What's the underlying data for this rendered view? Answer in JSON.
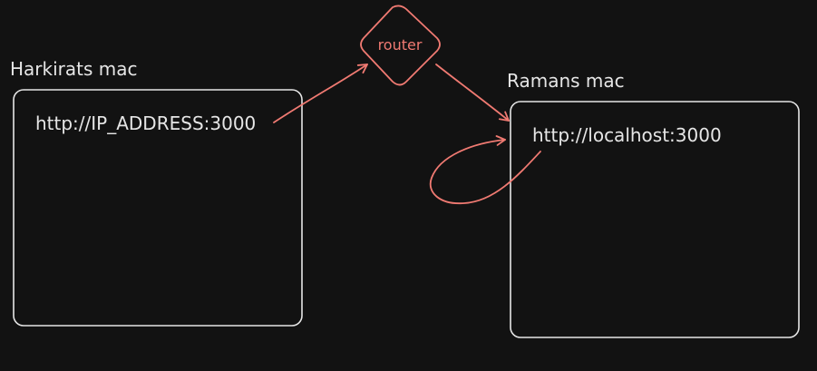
{
  "colors": {
    "background": "#121212",
    "text": "#e6e6e6",
    "box_stroke": "#e6e6e6",
    "accent": "#f07a72"
  },
  "left_machine": {
    "title": "Harkirats mac",
    "url": "http://IP_ADDRESS:3000"
  },
  "right_machine": {
    "title": "Ramans mac",
    "url": "http://localhost:3000"
  },
  "router": {
    "label": "router"
  }
}
